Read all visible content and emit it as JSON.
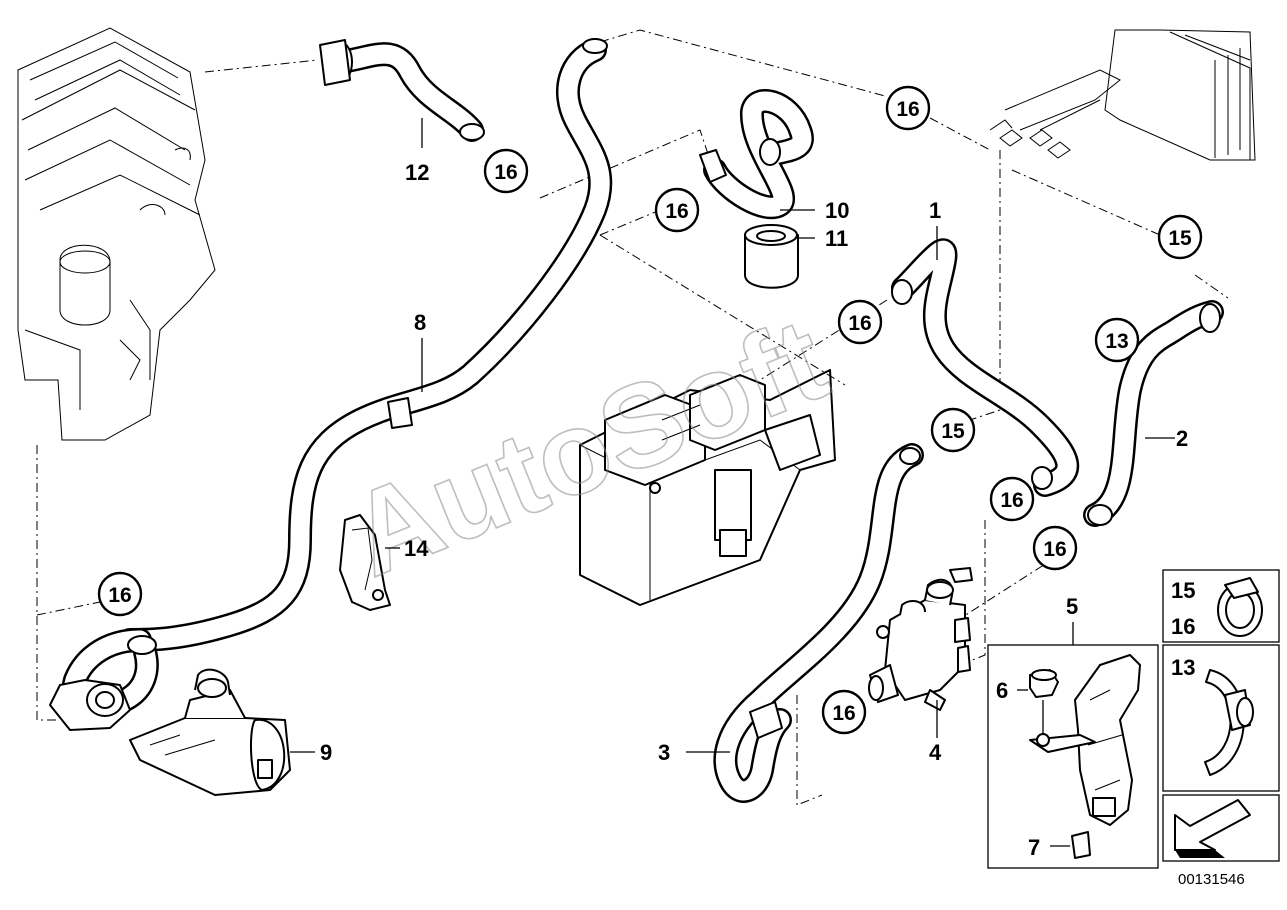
{
  "diagram": {
    "part_labels": {
      "p1": "1",
      "p2": "2",
      "p3": "3",
      "p4": "4",
      "p5": "5",
      "p6": "6",
      "p7": "7",
      "p8": "8",
      "p9": "9",
      "p10": "10",
      "p11": "11",
      "p12": "12",
      "p14": "14"
    },
    "circled_labels": {
      "c16a": "16",
      "c16b": "16",
      "c16c": "16",
      "c16d": "16",
      "c16e": "16",
      "c16f": "16",
      "c16g": "16",
      "c16h": "16",
      "c15a": "15",
      "c15b": "15",
      "c13": "13"
    },
    "legend": {
      "clamp_labels": {
        "l15": "15",
        "l16": "16"
      },
      "holder_label": "13"
    },
    "watermark": "AutoSoft",
    "document_number": "00131546"
  }
}
